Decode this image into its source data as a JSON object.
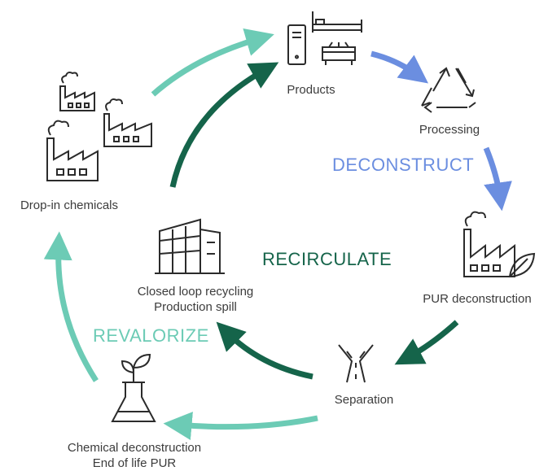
{
  "nodes": {
    "products": "Products",
    "processing": "Processing",
    "pur_deconstruction": "PUR deconstruction",
    "separation": "Separation",
    "chemical_deconstruction": [
      "Chemical deconstruction",
      "End of life PUR"
    ],
    "drop_in_chemicals": "Drop-in chemicals",
    "closed_loop": [
      "Closed loop recycling",
      "Production spill"
    ]
  },
  "phases": {
    "deconstruct": "DECONSTRUCT",
    "recirculate": "RECIRCULATE",
    "revalorize": "REVALORIZE"
  },
  "colors": {
    "deconstruct": "#6b8ee0",
    "recirculate": "#15644a",
    "revalorize": "#6ccbb5",
    "icon": "#2b2b2b"
  },
  "icons": {
    "products": [
      "computer-tower-icon",
      "bed-icon",
      "sofa-icon"
    ],
    "processing": "recycle-icon",
    "pur_deconstruction": "factory-leaf-icon",
    "separation": "split-road-icon",
    "chemical_deconstruction": "flask-plant-icon",
    "drop_in_chemicals": "factory-cluster-icon",
    "closed_loop": "warehouse-icon"
  }
}
